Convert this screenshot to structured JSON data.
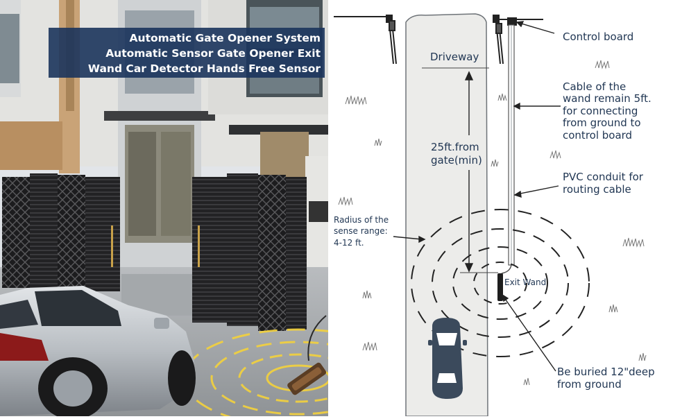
{
  "banner": {
    "line1": "Automatic Gate Opener System",
    "line2": "Automatic Sensor Gate Opener Exit",
    "line3": "Wand Car Detector Hands Free Sensor"
  },
  "labels": {
    "driveway": "Driveway",
    "distance_line1": "25ft.from",
    "distance_line2": "gate(min)",
    "control_board": "Control board",
    "cable_line1": "Cable of the",
    "cable_line2": "wand remain 5ft.",
    "cable_line3": "for connecting",
    "cable_line4": "from ground to",
    "cable_line5": "control board",
    "pvc_line1": "PVC conduit for",
    "pvc_line2": "routing cable",
    "radius_line1": "Radius of the",
    "radius_line2": "sense range:",
    "radius_line3": "4-12 ft.",
    "exit_wand": "Exit Wand",
    "buried_line1": "Be buried 12\"deep",
    "buried_line2": "from ground"
  },
  "colors": {
    "banner_bg": "#1b345c",
    "label_text": "#1f3552",
    "driveway_fill": "#ececea",
    "car_fill": "#3b4a5c"
  }
}
